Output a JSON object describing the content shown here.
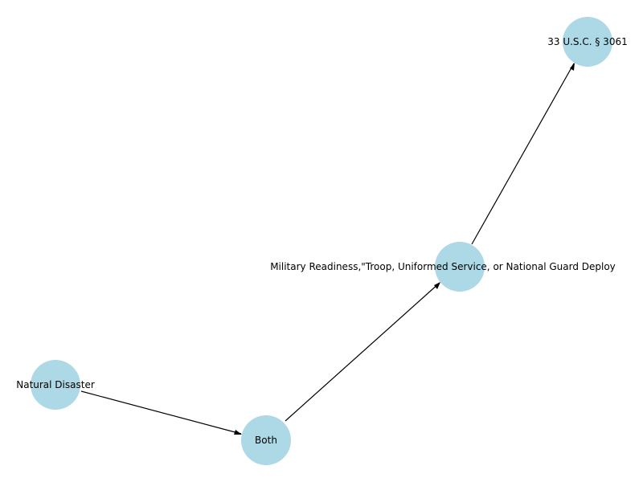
{
  "colors": {
    "background": "#ffffff",
    "node_fill": "#add8e6",
    "edge": "#000000",
    "label": "#000000"
  },
  "nodes": [
    {
      "id": "n1",
      "label": "Natural Disaster"
    },
    {
      "id": "n2",
      "label": "Both"
    },
    {
      "id": "n3",
      "label": "Military Readiness,\"Troop, Uniformed Service, or National Guard Deploy"
    },
    {
      "id": "n4",
      "label": "33 U.S.C. § 3061"
    }
  ],
  "edges": [
    {
      "from": "n1",
      "to": "n2"
    },
    {
      "from": "n2",
      "to": "n3"
    },
    {
      "from": "n3",
      "to": "n4"
    }
  ]
}
